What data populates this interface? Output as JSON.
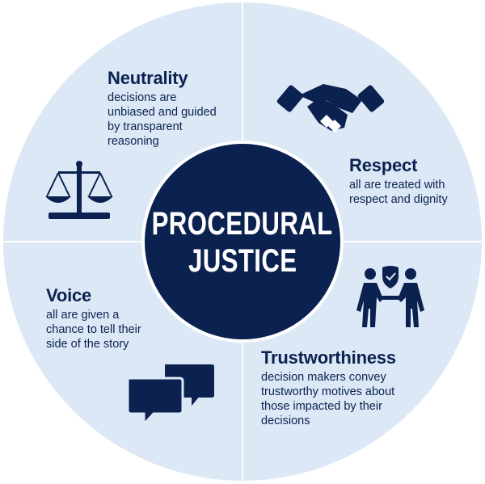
{
  "colors": {
    "disc": "#dce8f5",
    "divider": "#ffffff",
    "navy": "#0b2250"
  },
  "center": {
    "line1": "PROCEDURAL",
    "line2": "JUSTICE"
  },
  "sections": {
    "neutrality": {
      "heading": "Neutrality",
      "line1": "decisions are",
      "line2": "unbiased and guided",
      "line3": "by transparent",
      "line4": "reasoning",
      "icon": "scales-icon"
    },
    "respect": {
      "heading": "Respect",
      "line1": "all are treated with",
      "line2": "respect and dignity",
      "icon": "handshake-icon"
    },
    "voice": {
      "heading": "Voice",
      "line1": "all are given a",
      "line2": "chance to tell their",
      "line3": "side of the story",
      "icon": "speech-bubbles-icon"
    },
    "trustworthiness": {
      "heading": "Trustworthiness",
      "line1": "decision makers convey",
      "line2": "trustworthy motives about",
      "line3": "those impacted by their",
      "line4": "decisions",
      "icon": "people-shield-icon"
    }
  }
}
